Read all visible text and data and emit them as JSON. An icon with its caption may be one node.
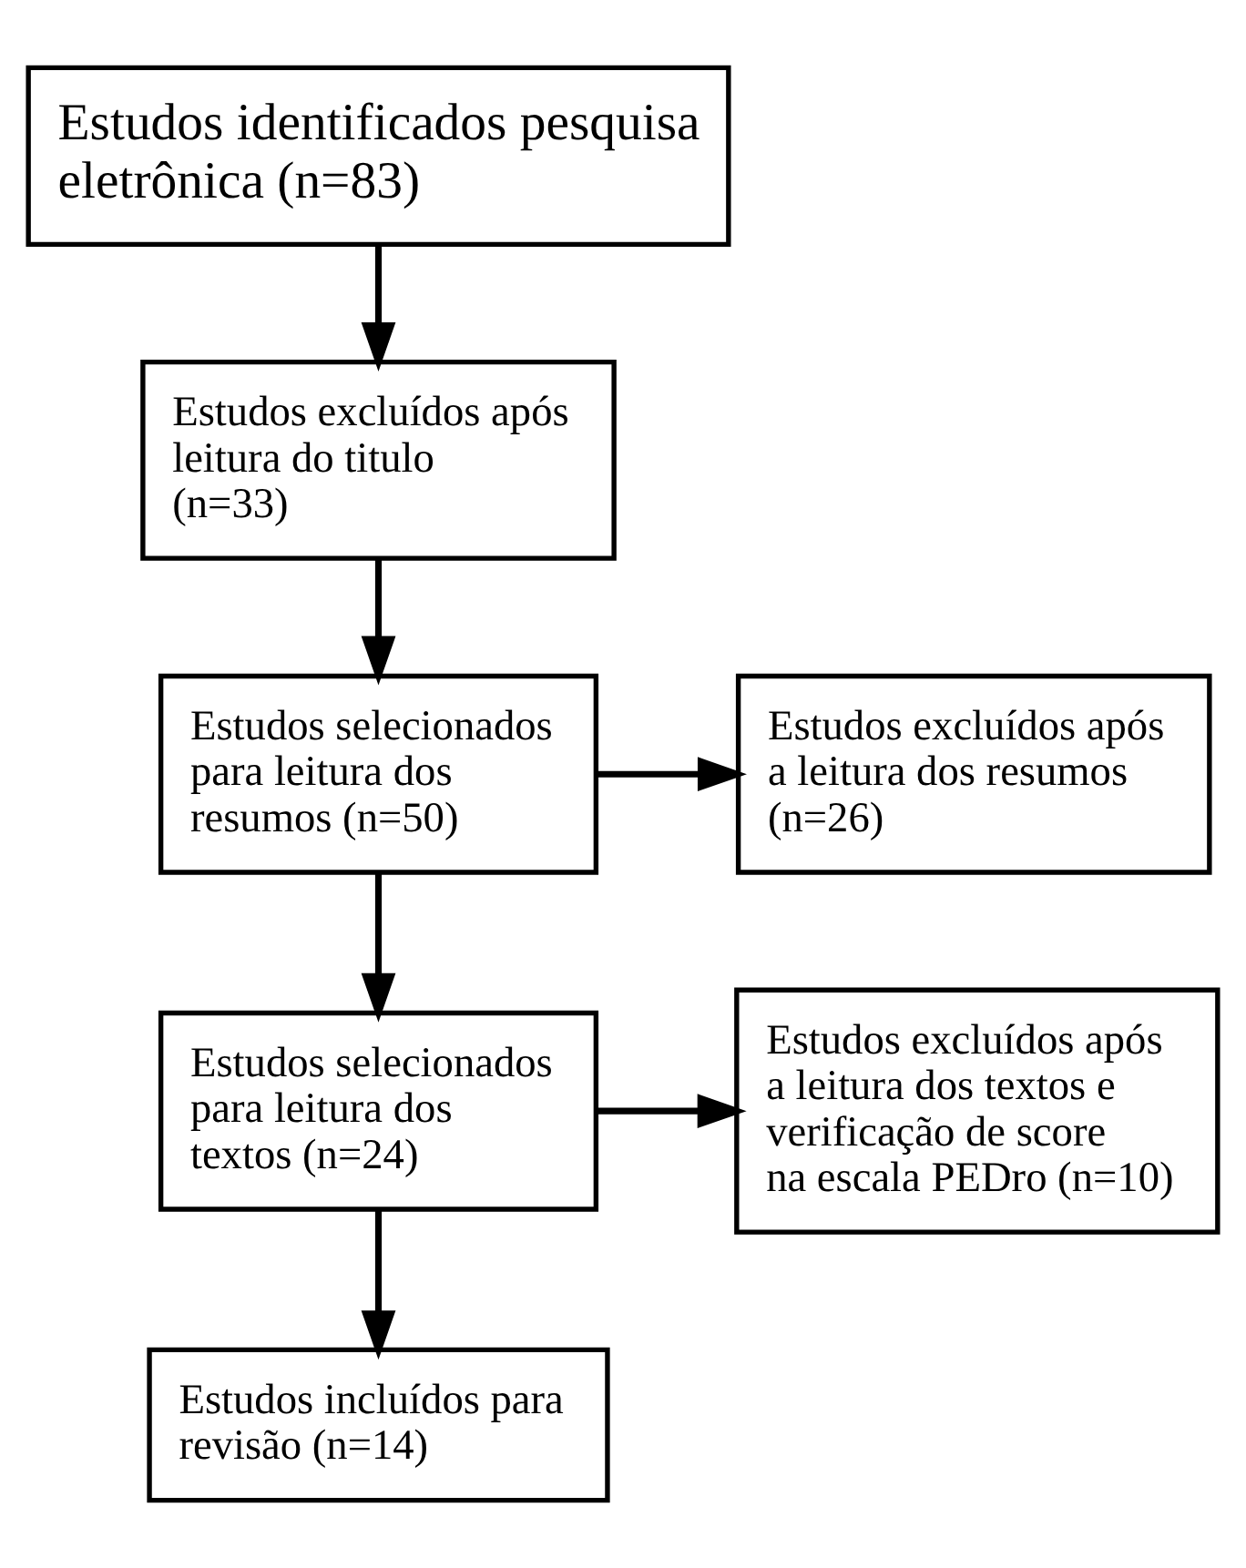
{
  "diagram": {
    "nodes": [
      {
        "text": [
          "Estudos identificados pesquisa eletrônica (n=83)"
        ]
      },
      {
        "text": [
          "Estudos excluídos após leitura do titulo (n=33)"
        ]
      },
      {
        "text": [
          "Estudos selecionados para leitura dos resumos (n=50)"
        ]
      },
      {
        "text": [
          "Estudos excluídos após a leitura dos resumos (n=26)"
        ]
      },
      {
        "text": [
          "Estudos selecionados para leitura dos textos (n=24)"
        ]
      },
      {
        "text": [
          "Estudos excluídos após a leitura dos textos e verificação de score na escala PEDro (n=10)"
        ]
      },
      {
        "text": [
          "Estudos incluídos para revisão (n=14)"
        ]
      }
    ],
    "edges": [
      {
        "from": 0,
        "to": 1,
        "arrow": "to"
      },
      {
        "from": 1,
        "to": 2,
        "arrow": "to"
      },
      {
        "from": 2,
        "to": 3,
        "arrow": "to"
      },
      {
        "from": 2,
        "to": 4,
        "arrow": "to"
      },
      {
        "from": 4,
        "to": 5,
        "arrow": "to"
      },
      {
        "from": 4,
        "to": 6,
        "arrow": "to"
      }
    ]
  }
}
